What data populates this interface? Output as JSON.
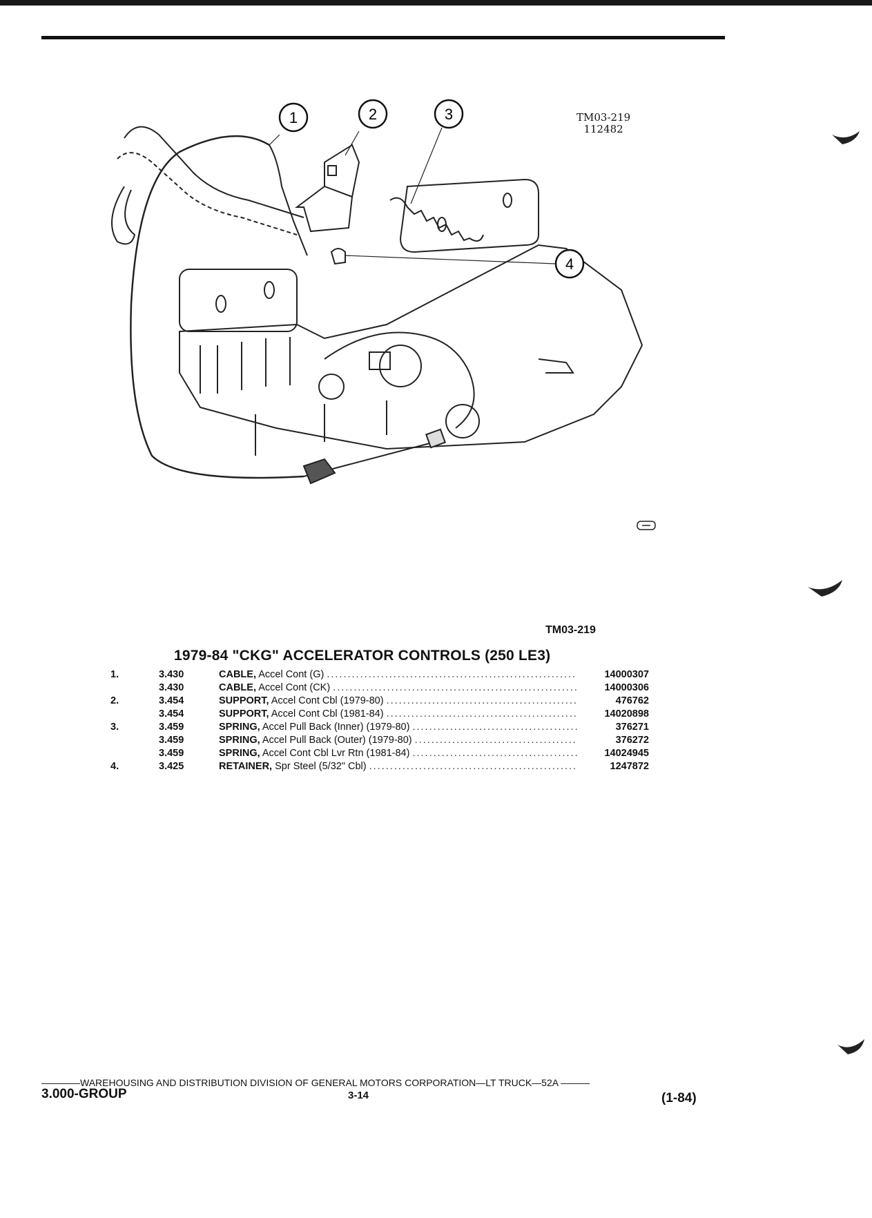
{
  "figure": {
    "code": "TM03-219",
    "stamp": "112482",
    "label": "TM03-219",
    "callouts": [
      "1",
      "2",
      "3",
      "4"
    ]
  },
  "section_title": "1979-84 \"CKG\" ACCELERATOR CONTROLS (250 LE3)",
  "parts": [
    {
      "num": "1.",
      "code": "3.430",
      "name": "CABLE,",
      "spec": "Accel Cont (G)",
      "part": "14000307"
    },
    {
      "num": "",
      "code": "3.430",
      "name": "CABLE,",
      "spec": "Accel Cont (CK)",
      "part": "14000306"
    },
    {
      "num": "2.",
      "code": "3.454",
      "name": "SUPPORT,",
      "spec": "Accel Cont Cbl (1979-80)",
      "part": "476762"
    },
    {
      "num": "",
      "code": "3.454",
      "name": "SUPPORT,",
      "spec": "Accel Cont Cbl (1981-84)",
      "part": "14020898"
    },
    {
      "num": "3.",
      "code": "3.459",
      "name": "SPRING,",
      "spec": "Accel Pull Back (Inner) (1979-80)",
      "part": "376271"
    },
    {
      "num": "",
      "code": "3.459",
      "name": "SPRING,",
      "spec": "Accel Pull Back (Outer) (1979-80)",
      "part": "376272"
    },
    {
      "num": "",
      "code": "3.459",
      "name": "SPRING,",
      "spec": "Accel Cont Cbl Lvr Rtn (1981-84)",
      "part": "14024945"
    },
    {
      "num": "4.",
      "code": "3.425",
      "name": "RETAINER,",
      "spec": "Spr Steel (5/32\" Cbl)",
      "part": "1247872"
    }
  ],
  "footer": {
    "line": "WAREHOUSING AND DISTRIBUTION  DIVISION OF GENERAL MOTORS CORPORATION—LT TRUCK—52A",
    "group": "3.000-GROUP",
    "page": "3-14",
    "date": "(1-84)"
  }
}
